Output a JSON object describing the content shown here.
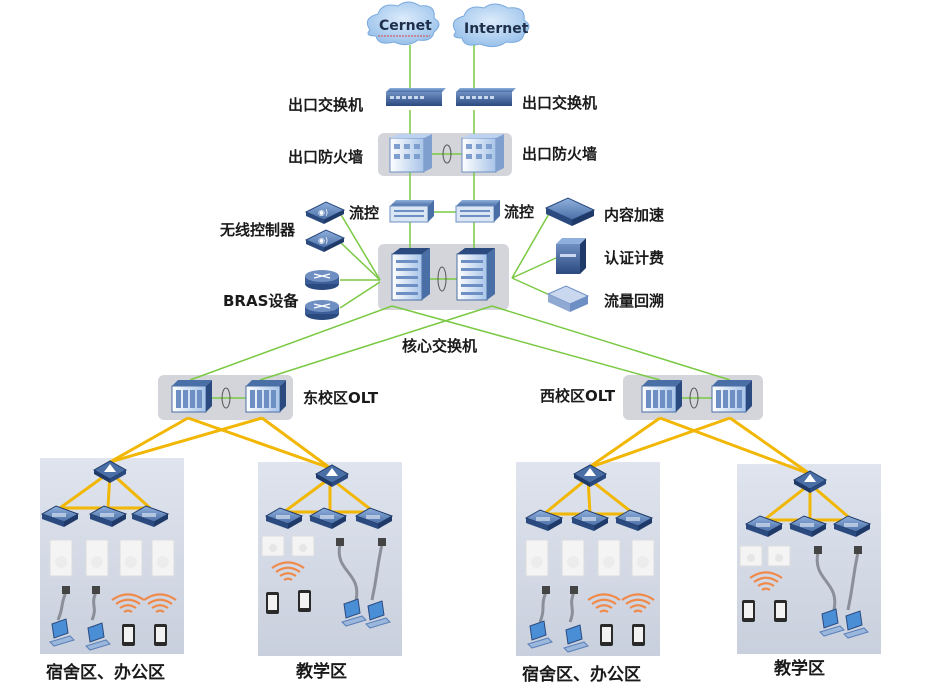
{
  "clouds": {
    "cernet": "Cernet",
    "internet": "Internet"
  },
  "labels": {
    "egress_switch_left": "出口交换机",
    "egress_switch_right": "出口交换机",
    "egress_firewall_left": "出口防火墙",
    "egress_firewall_right": "出口防火墙",
    "flow_control_left": "流控",
    "flow_control_right": "流控",
    "wireless_controller": "无线控制器",
    "bras": "BRAS设备",
    "content_accel": "内容加速",
    "auth_billing": "认证计费",
    "traffic_trace": "流量回溯",
    "core_switch": "核心交换机",
    "olt_east": "东校区OLT",
    "olt_west": "西校区OLT"
  },
  "zones": [
    {
      "label": "宿舍区、办公区"
    },
    {
      "label": "教学区"
    },
    {
      "label": "宿舍区、办公区"
    },
    {
      "label": "教学区"
    }
  ],
  "colors": {
    "fiber": "#f2b705",
    "link": "#7ac943",
    "device": "#2e4f86",
    "device_light": "#5a7fb8",
    "panel": "#d9dce4",
    "cloud": "#a9cdf0"
  }
}
